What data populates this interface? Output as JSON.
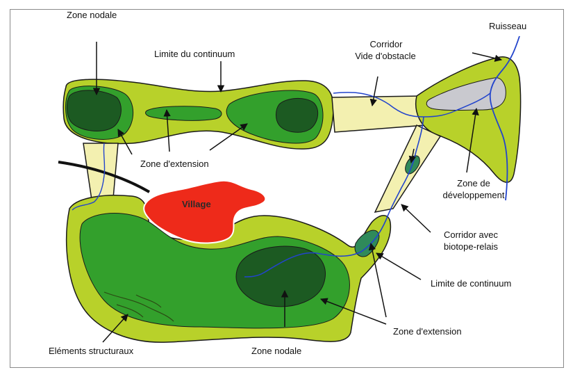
{
  "labels": {
    "zone_nodale_top": "Zone nodale",
    "limite_continuum_top": "Limite du continuum",
    "corridor_line1": "Corridor",
    "corridor_line2": "Vide d'obstacle",
    "ruisseau": "Ruisseau",
    "zone_extension_top": "Zone d'extension",
    "village": "Village",
    "zone_developpement_line1": "Zone de",
    "zone_developpement_line2": "développement",
    "corridor_avec_line1": "Corridor avec",
    "corridor_avec_line2": "biotope-relais",
    "limite_continuum_bottom": "Limite de continuum",
    "zone_extension_bottom": "Zone d'extension",
    "elements_structuraux": "Eléments structuraux",
    "zone_nodale_bottom": "Zone nodale"
  },
  "colors": {
    "continuum_outer": "#b8d12a",
    "extension_zone": "#33a02c",
    "nodal_zone": "#1c5a22",
    "corridor": "#f3f0b0",
    "village": "#ee2a1a",
    "stream": "#2244cc",
    "development_zone": "#c9c9cf",
    "outline": "#1a1a1a"
  }
}
